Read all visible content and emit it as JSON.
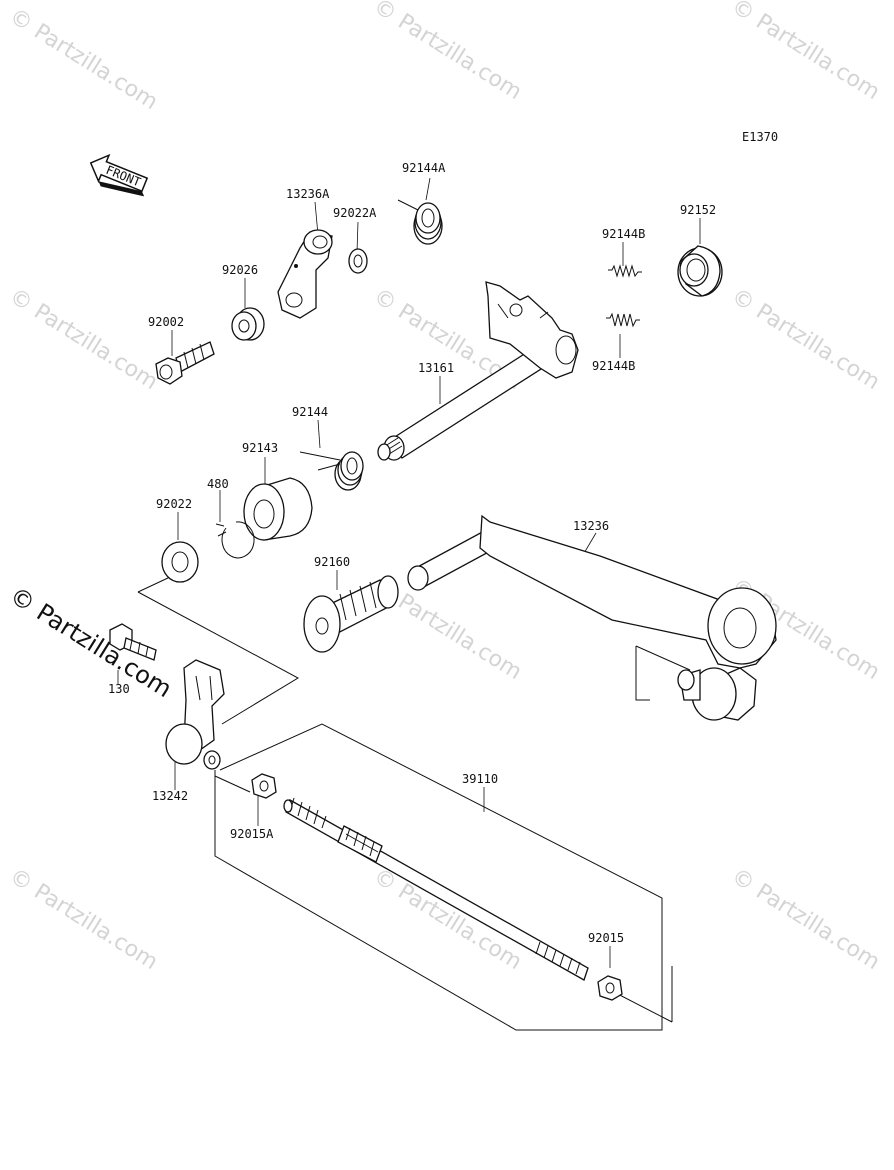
{
  "diagram_code": "E1370",
  "front_label": "FRONT",
  "watermark": "© Partzilla.com",
  "parts": {
    "p92144A": "92144A",
    "p13236A": "13236A",
    "p92022A": "92022A",
    "p92152": "92152",
    "p92144B_top": "92144B",
    "p92026": "92026",
    "p92002": "92002",
    "p92144B_bottom": "92144B",
    "p13161": "13161",
    "p92144": "92144",
    "p92143": "92143",
    "p480": "480",
    "p92022": "92022",
    "p13236": "13236",
    "p92160": "92160",
    "p130": "130",
    "p13242": "13242",
    "p39110": "39110",
    "p92015A": "92015A",
    "p92015": "92015"
  }
}
